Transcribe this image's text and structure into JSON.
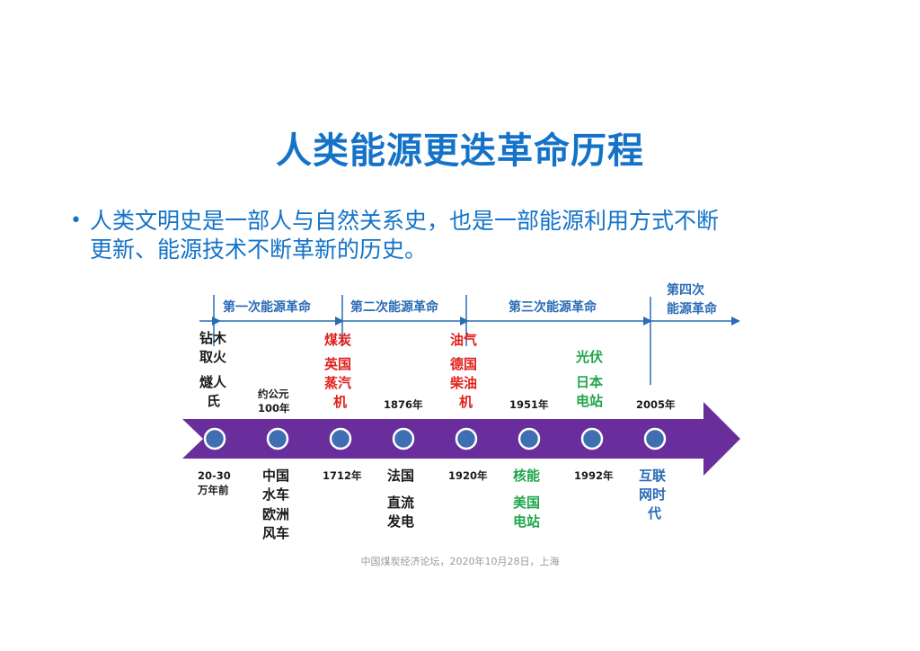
{
  "title": "人类能源更迭革命历程",
  "bullet": {
    "line1": "人类文明史是一部人与自然关系史，也是一部能源利用方式不断",
    "line2": "更新、能源技术不断革新的历史。"
  },
  "eras": {
    "first": "第一次能源革命",
    "second": "第二次能源革命",
    "third": "第三次能源革命",
    "fourth_line1": "第四次",
    "fourth_line2": "能源革命"
  },
  "above": {
    "drill1": "钻木",
    "drill2": "取火",
    "sui1": "燧人",
    "sui2": "氏",
    "yue1": "约公元",
    "yue2": "100年",
    "coal": "煤炭",
    "uk1": "英国",
    "uk2": "蒸汽",
    "uk3": "机",
    "y1876": "1876年",
    "oil": "油气",
    "de1": "德国",
    "de2": "柴油",
    "de3": "机",
    "y1951": "1951年",
    "pv": "光伏",
    "jp1": "日本",
    "jp2": "电站",
    "y2005": "2005年"
  },
  "below": {
    "yr2030": "20-30",
    "yr2030b": "万年前",
    "cn1": "中国",
    "cn2": "水车",
    "cn3": "欧洲",
    "cn4": "风车",
    "y1712": "1712年",
    "fr1": "法国",
    "fr2": "直流",
    "fr3": "发电",
    "y1920": "1920年",
    "nuc": "核能",
    "us1": "美国",
    "us2": "电站",
    "y1992": "1992年",
    "net1": "互联",
    "net2": "网时",
    "net3": "代"
  },
  "footer": "中国煤炭经济论坛，2020年10月28日，上海",
  "colors": {
    "title": "#1473c8",
    "arrow": "#6a2d9c",
    "node": "#3f6fb2",
    "red": "#e0201c",
    "green": "#1ea64a",
    "blue": "#2a6cb5",
    "text": "#1a1a1a"
  }
}
